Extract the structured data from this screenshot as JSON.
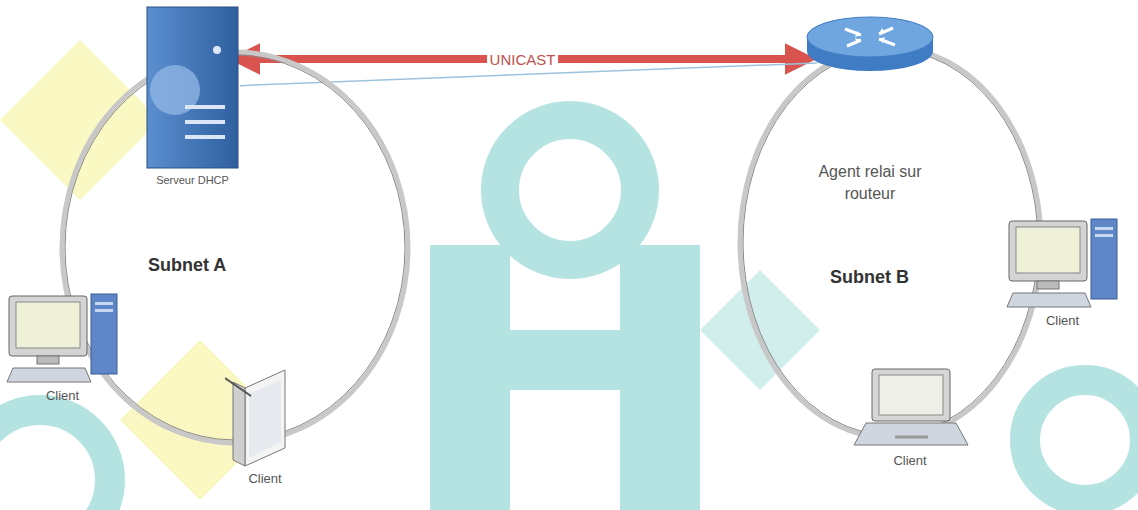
{
  "diagram": {
    "nodes": [
      {
        "text": [
          "Subnet A"
        ]
      },
      {
        "text": [
          "Serveur DHCP"
        ],
        "in": 0
      },
      {
        "text": [
          "Client"
        ],
        "in": 0
      },
      {
        "text": [
          "Client"
        ],
        "in": 0
      },
      {
        "text": [
          "Subnet B"
        ]
      },
      {
        "text": [
          "Agent relai sur routeur"
        ],
        "in": 4
      },
      {
        "text": [
          "Client"
        ],
        "in": 4
      },
      {
        "text": [
          "Client"
        ],
        "in": 4
      }
    ],
    "edges": [
      {
        "from": 1,
        "to": 5,
        "label": "UNICAST",
        "arrow": "both"
      },
      {
        "from": 0,
        "to": 5,
        "arrow": "none"
      }
    ]
  }
}
